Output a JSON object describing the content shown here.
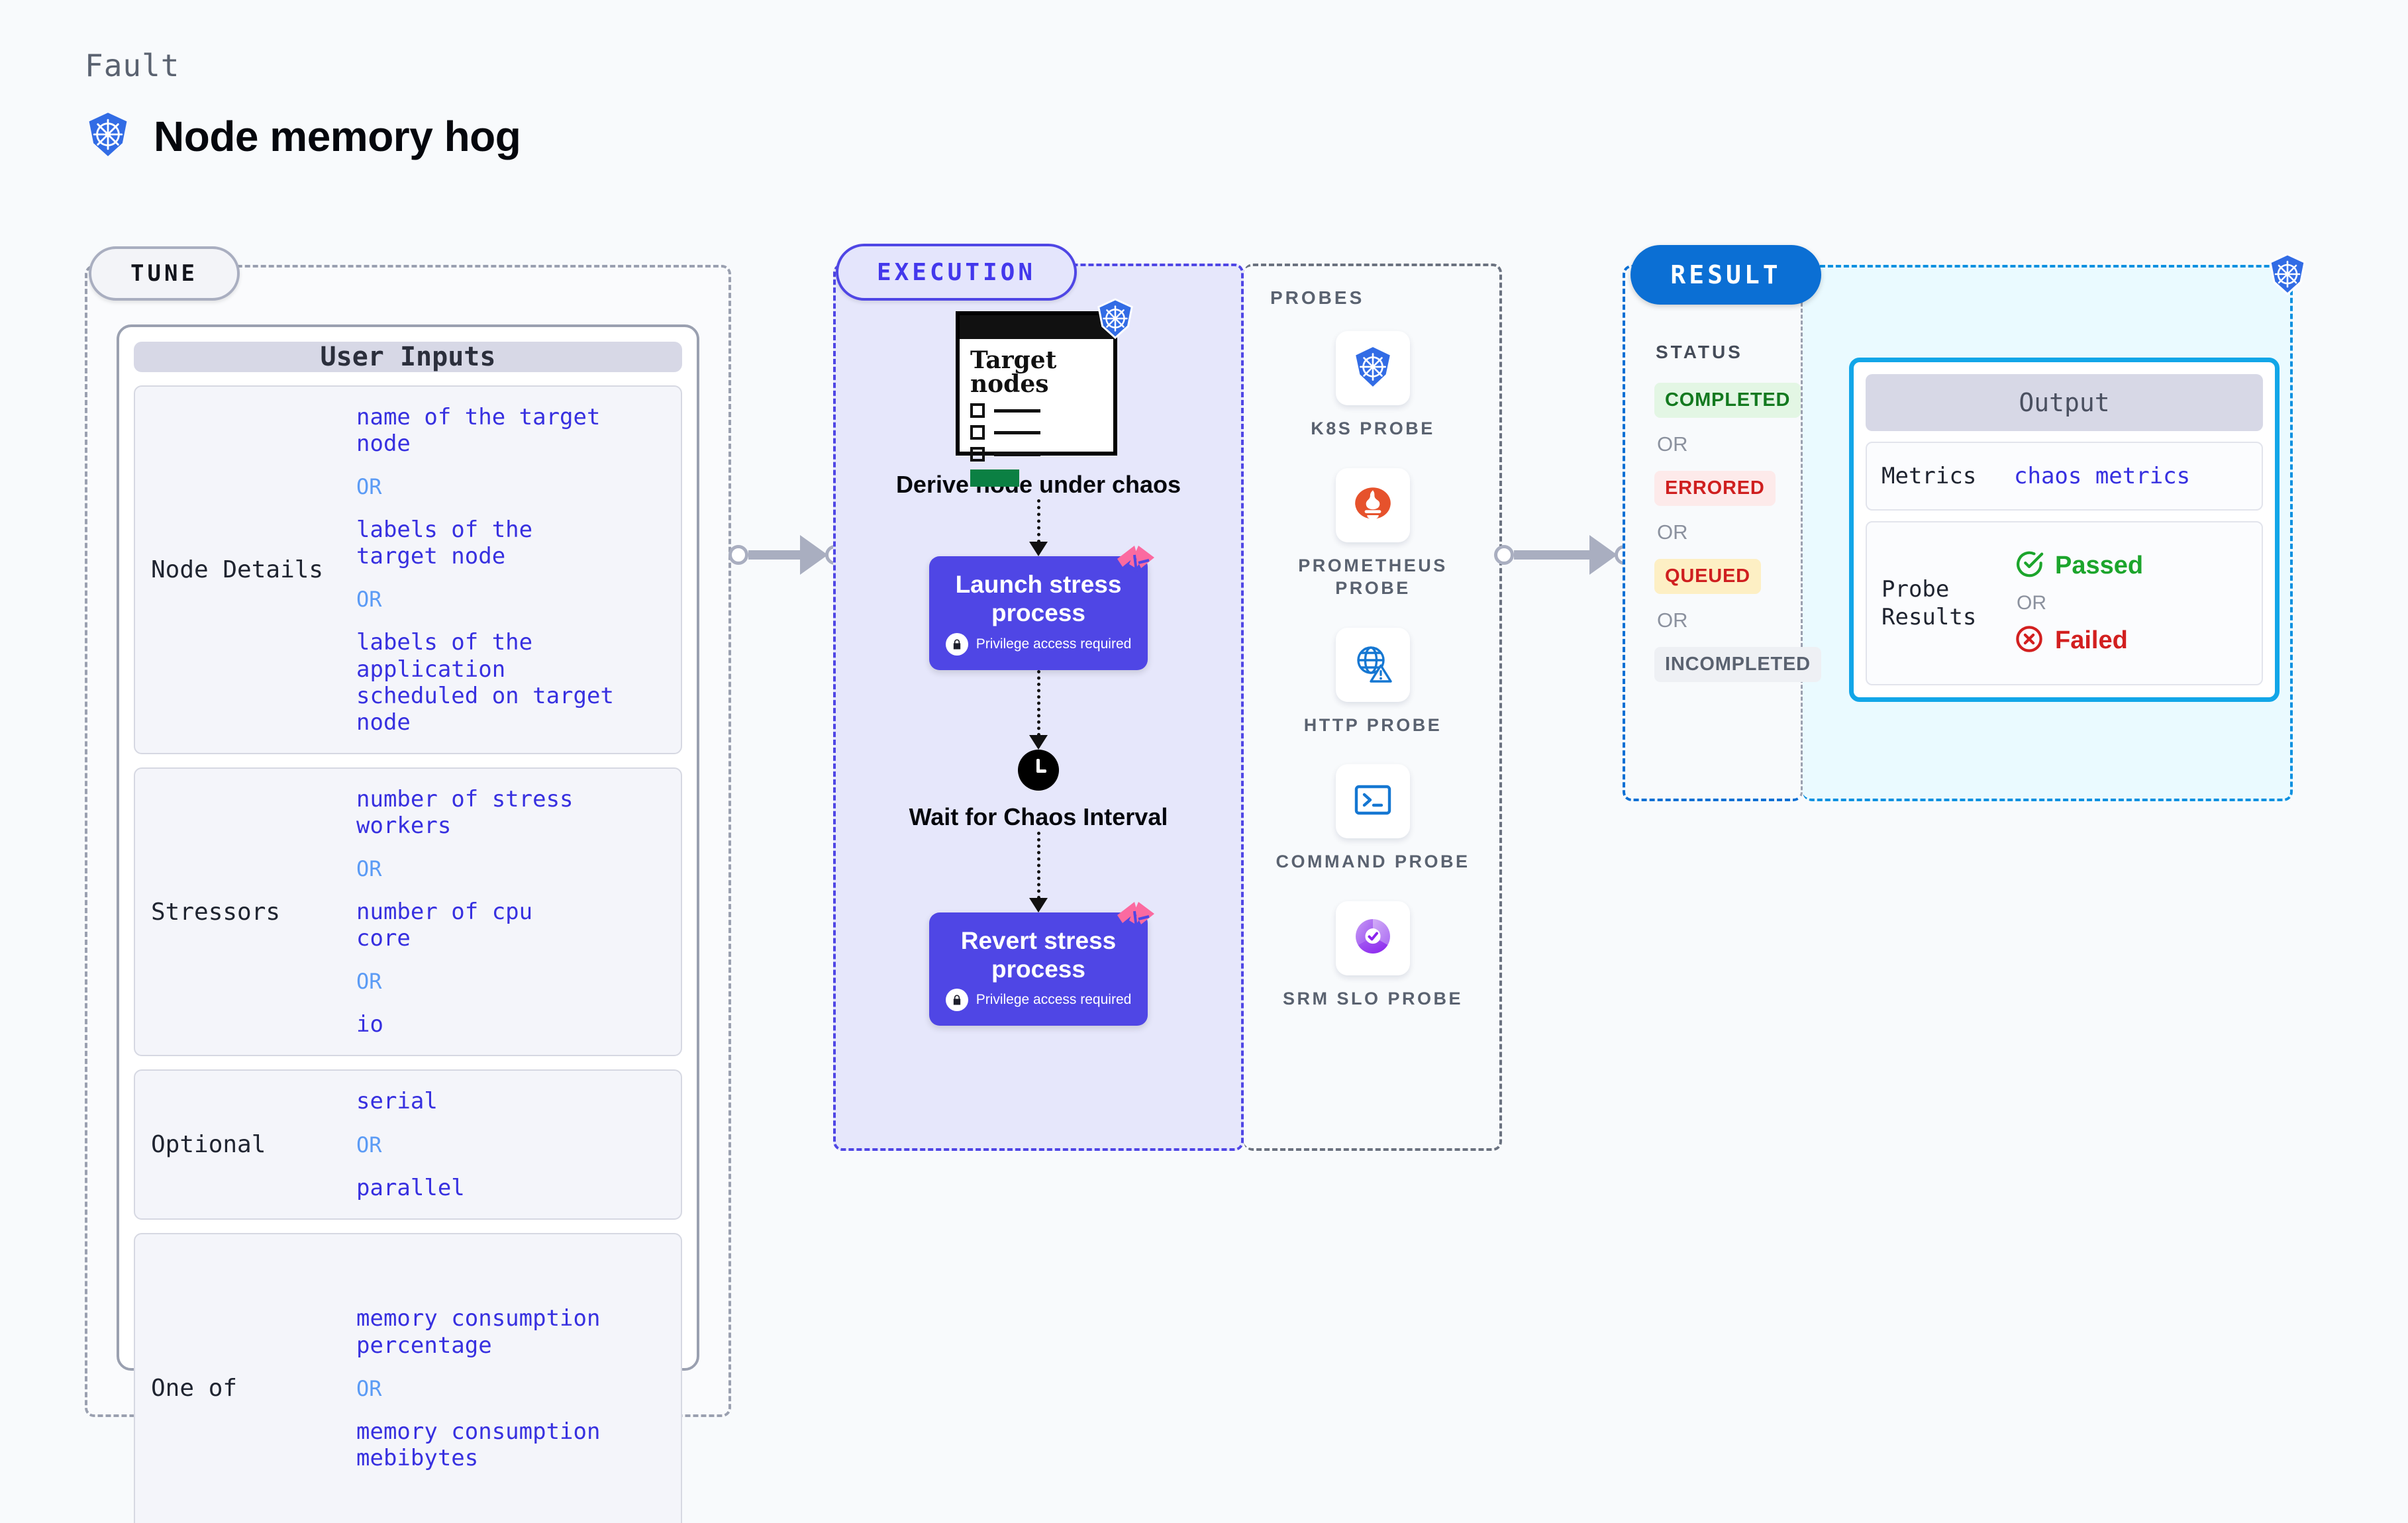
{
  "header": {
    "kicker": "Fault",
    "title": "Node memory hog",
    "icon": "kubernetes-icon"
  },
  "sections": {
    "tune": {
      "badge": "TUNE"
    },
    "execution": {
      "badge": "EXECUTION"
    },
    "result": {
      "badge": "RESULT"
    },
    "probes": {
      "heading": "PROBES"
    },
    "status": {
      "heading": "STATUS"
    }
  },
  "tune": {
    "card_title": "User Inputs",
    "rows": [
      {
        "label": "Node Details",
        "values": [
          "name of the target\nnode",
          "labels of the\ntarget node",
          "labels of the application\n scheduled on target node"
        ],
        "or": "OR"
      },
      {
        "label": "Stressors",
        "values": [
          "number of stress\nworkers",
          "number of cpu\ncore",
          "io"
        ],
        "or": "OR"
      },
      {
        "label": "Optional",
        "values": [
          "serial",
          "parallel"
        ],
        "or": "OR"
      },
      {
        "label": "One of",
        "values": [
          "memory consumption\npercentage",
          "memory consumption\nmebibytes"
        ],
        "or": "OR"
      }
    ]
  },
  "execution": {
    "steps": [
      {
        "caption": "Derive node under\nchaos",
        "card_title": "Target\nnodes",
        "icon": "kubernetes-icon"
      },
      {
        "title": "Launch stress\nprocess",
        "subtitle": "Privilege access required",
        "icon": "lock-icon",
        "decoration": "ribbon-icon"
      },
      {
        "caption": "Wait for Chaos\nInterval",
        "icon": "clock-icon"
      },
      {
        "title": "Revert stress\nprocess",
        "subtitle": "Privilege access required",
        "icon": "lock-icon",
        "decoration": "ribbon-icon"
      }
    ]
  },
  "probes": [
    {
      "label": "K8S PROBE",
      "icon": "kubernetes-icon"
    },
    {
      "label": "PROMETHEUS\nPROBE",
      "icon": "prometheus-icon"
    },
    {
      "label": "HTTP PROBE",
      "icon": "globe-warning-icon"
    },
    {
      "label": "COMMAND\nPROBE",
      "icon": "terminal-icon"
    },
    {
      "label": "SRM SLO\nPROBE",
      "icon": "slo-gauge-icon"
    }
  ],
  "status": {
    "or": "OR",
    "chips": [
      {
        "label": "COMPLETED",
        "bg": "#e3f6e4",
        "fg": "#13791f"
      },
      {
        "label": "ERRORED",
        "bg": "#fdeaea",
        "fg": "#cf1f1f"
      },
      {
        "label": "QUEUED",
        "bg": "#fdefc4",
        "fg": "#cf1f1f"
      },
      {
        "label": "INCOMPLETED",
        "bg": "#eef0f4",
        "fg": "#5a6270"
      }
    ]
  },
  "output": {
    "title": "Output",
    "metrics_label": "Metrics",
    "metrics_value": "chaos metrics",
    "probe_results_label": "Probe\nResults",
    "passed": "Passed",
    "failed": "Failed",
    "or": "OR"
  },
  "colors": {
    "accent_indigo": "#4f46e5",
    "accent_blue": "#0b6fd4",
    "accent_cyan": "#12a6e8",
    "k8s_blue": "#326ce5",
    "pink": "#fb6aa0",
    "green": "#1ca52c",
    "red": "#d21f1f"
  }
}
